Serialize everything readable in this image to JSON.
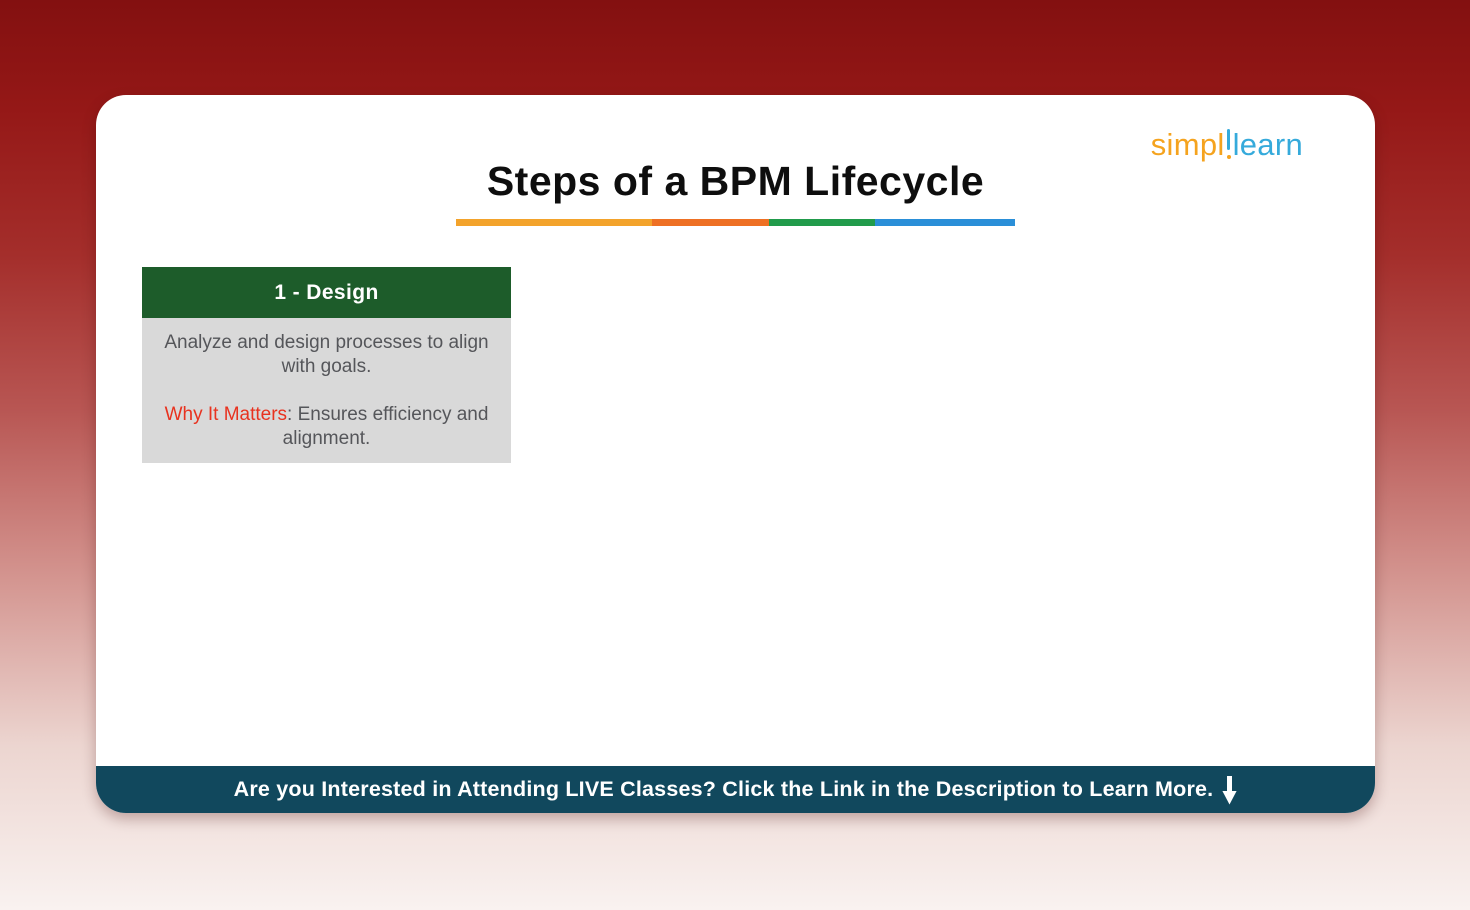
{
  "slide": {
    "title": "Steps of a BPM Lifecycle",
    "logo": {
      "prefix": "simpl",
      "suffix": "learn",
      "orange": "#f5a31e",
      "blue": "#35aadb"
    },
    "underline": {
      "segments": [
        {
          "name": "yellow",
          "color": "#f3a32b",
          "width_pct": 35
        },
        {
          "name": "orange",
          "color": "#ee7024",
          "width_pct": 21
        },
        {
          "name": "green",
          "color": "#219b4b",
          "width_pct": 19
        },
        {
          "name": "blue",
          "color": "#2a8fd8",
          "width_pct": 25
        }
      ]
    },
    "step_card": {
      "header": "1 - Design",
      "header_bg": "#1d5c2a",
      "body_bg": "#d9d9d9",
      "body_text_color": "#55565a",
      "description": "Analyze and design processes to align with goals.",
      "why_label": "Why It Matters",
      "why_text": ": Ensures efficiency and alignment.",
      "why_label_color": "#e8321f"
    },
    "banner": {
      "text": "Are you Interested in Attending LIVE Classes? Click the Link in the Description to Learn More.",
      "bg": "#11485d",
      "arrow_icon": "down-arrow"
    },
    "colors": {
      "background_top": "#831010",
      "background_bottom": "#f9f2f0",
      "card_bg": "#ffffff",
      "title_color": "#0e0e0e"
    }
  }
}
